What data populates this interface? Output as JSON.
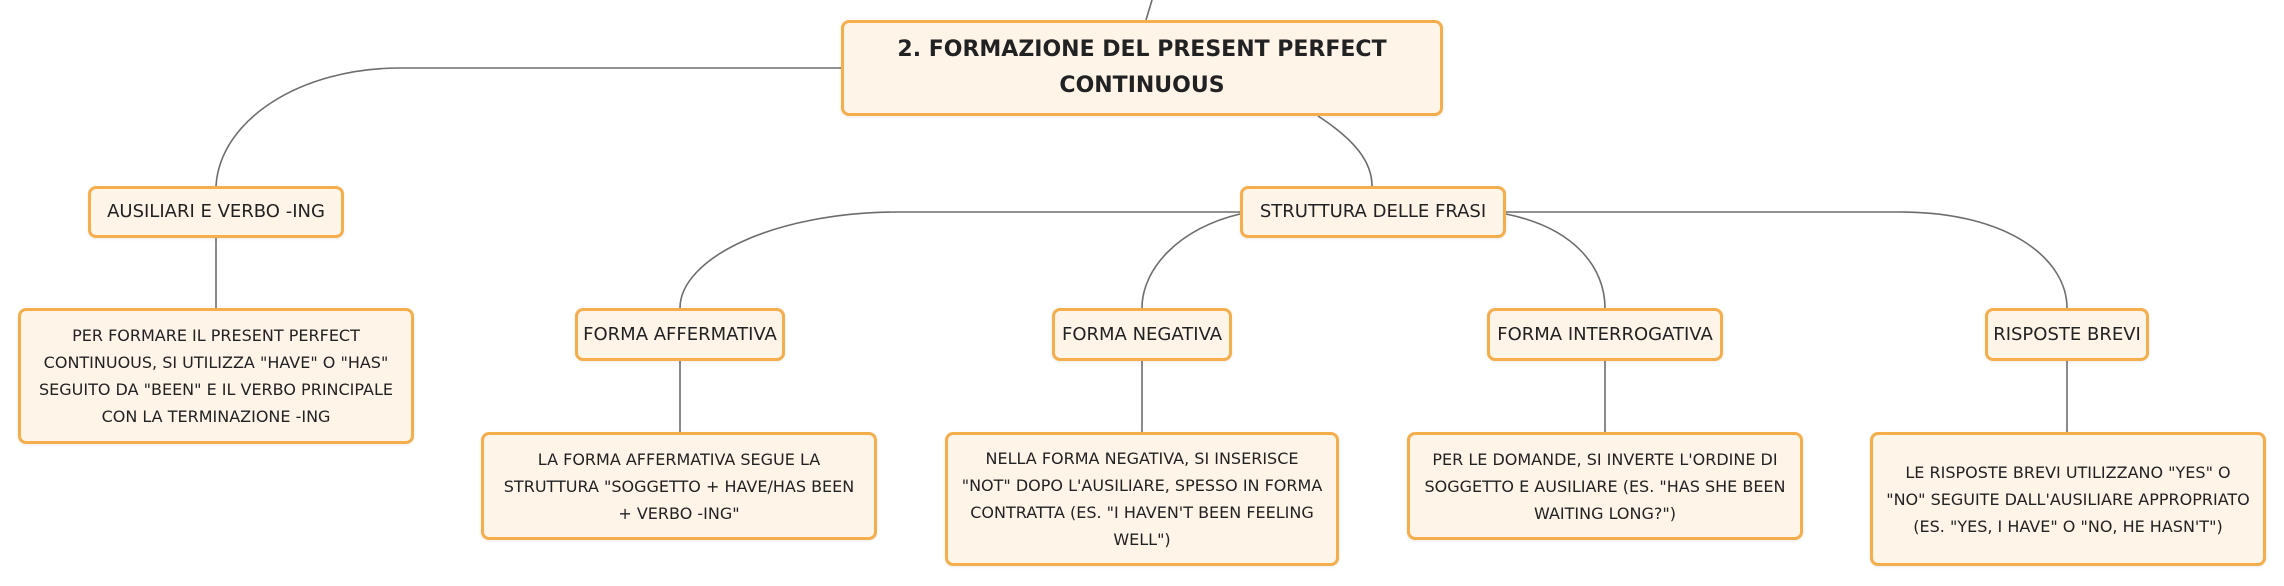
{
  "colors": {
    "node_border": "#f5ae4c",
    "node_fill": "#fff4e8",
    "connector": "#6d6d6d",
    "text": "#222222"
  },
  "root": {
    "title": "2. FORMAZIONE DEL PRESENT PERFECT CONTINUOUS"
  },
  "branches": {
    "ausiliari": {
      "label": "AUSILIARI E VERBO -ING",
      "description": "PER FORMARE IL PRESENT PERFECT CONTINUOUS, SI UTILIZZA \"HAVE\" O \"HAS\" SEGUITO DA \"BEEN\" E IL VERBO PRINCIPALE CON LA TERMINAZIONE -ING"
    },
    "struttura": {
      "label": "STRUTTURA DELLE FRASI",
      "children": [
        {
          "label": "FORMA AFFERMATIVA",
          "description": "LA FORMA AFFERMATIVA SEGUE LA STRUTTURA \"SOGGETTO + HAVE/HAS BEEN + VERBO -ING\""
        },
        {
          "label": "FORMA NEGATIVA",
          "description": "NELLA FORMA NEGATIVA, SI INSERISCE \"NOT\" DOPO L'AUSILIARE, SPESSO IN FORMA CONTRATTA (ES. \"I HAVEN'T BEEN FEELING WELL\")"
        },
        {
          "label": "FORMA INTERROGATIVA",
          "description": "PER LE DOMANDE, SI INVERTE L'ORDINE DI SOGGETTO E AUSILIARE (ES. \"HAS SHE BEEN WAITING LONG?\")"
        },
        {
          "label": "RISPOSTE BREVI",
          "description": "LE RISPOSTE BREVI UTILIZZANO \"YES\" O \"NO\" SEGUITE DALL'AUSILIARE APPROPRIATO (ES. \"YES, I HAVE\" O \"NO, HE HASN'T\")"
        }
      ]
    }
  }
}
